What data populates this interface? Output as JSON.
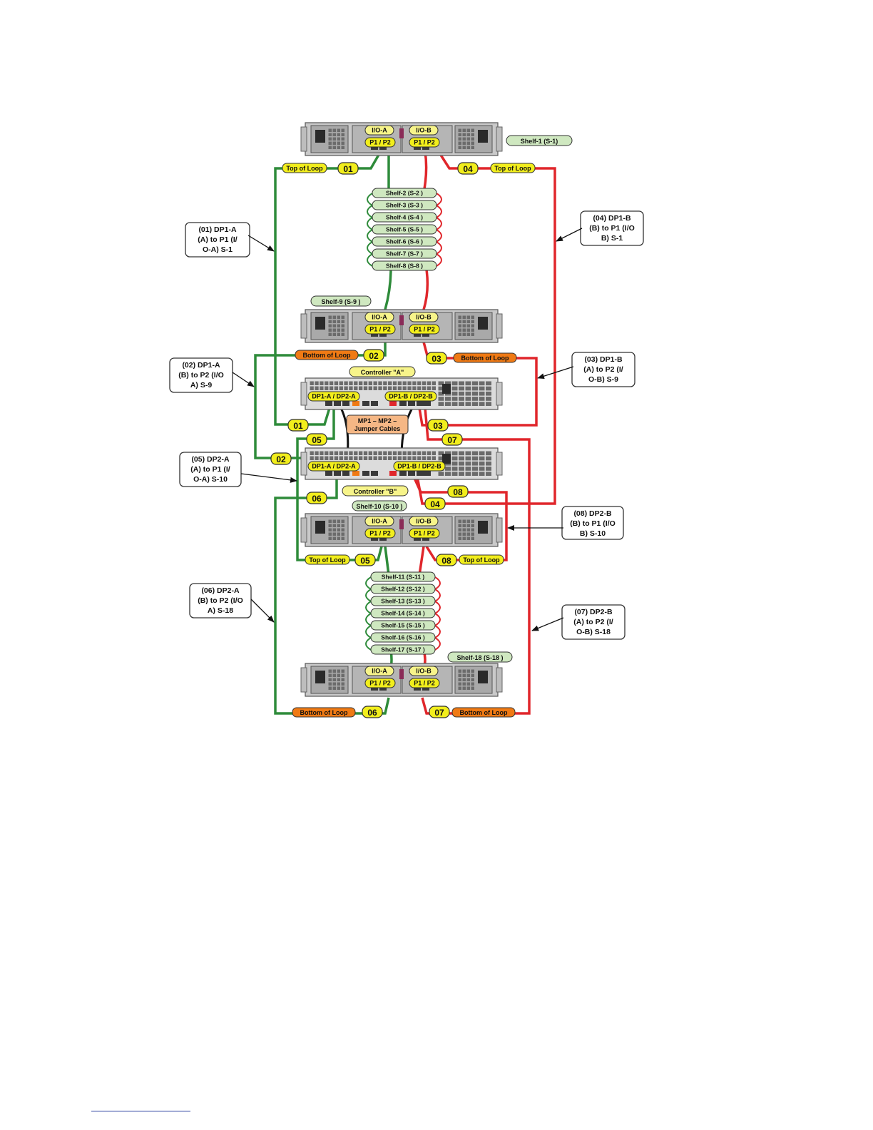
{
  "colors": {
    "green": "#2e8b3a",
    "red": "#e0262b",
    "black": "#111111",
    "yellow": "#f2ee1c",
    "orange": "#f07a14",
    "shelf_green": "#cfe8c0",
    "peach": "#f5b785",
    "chassis": "#c9c9c9",
    "footer_rule": "#2b3fa0"
  },
  "shelves": {
    "top": {
      "io_a": "I/O-A",
      "io_b": "I/O-B",
      "port_a": "P1 / P2",
      "port_b": "P1 / P2",
      "tag": "Shelf-1 (S-1)"
    },
    "mid": {
      "io_a": "I/O-A",
      "io_b": "I/O-B",
      "port_a": "P1 / P2",
      "port_b": "P1 / P2",
      "tag": "Shelf-9 (S-9 )"
    },
    "lower": {
      "io_a": "I/O-A",
      "io_b": "I/O-B",
      "port_a": "P1 / P2",
      "port_b": "P1 / P2",
      "tag": "Shelf-10 (S-10 )"
    },
    "bottom": {
      "io_a": "I/O-A",
      "io_b": "I/O-B",
      "port_a": "P1 / P2",
      "port_b": "P1 / P2",
      "tag": "Shelf-18 (S-18 )"
    }
  },
  "stack_upper": [
    "Shelf-2 (S-2 )",
    "Shelf-3 (S-3 )",
    "Shelf-4 (S-4 )",
    "Shelf-5 (S-5 )",
    "Shelf-6 (S-6 )",
    "Shelf-7 (S-7 )",
    "Shelf-8 (S-8 )"
  ],
  "stack_lower": [
    "Shelf-11 (S-11 )",
    "Shelf-12 (S-12 )",
    "Shelf-13 (S-13 )",
    "Shelf-14 (S-14 )",
    "Shelf-15 (S-15 )",
    "Shelf-16 (S-16 )",
    "Shelf-17 (S-17 )"
  ],
  "controllers": {
    "a": {
      "label": "Controller \"A\"",
      "port_left": "DP1-A / DP2-A",
      "port_right": "DP1-B / DP2-B"
    },
    "b": {
      "label": "Controller \"B\"",
      "port_left": "DP1-A / DP2-A",
      "port_right": "DP1-B / DP2-B"
    }
  },
  "jumper": {
    "line1": "MP1 – MP2 –",
    "line2": "Jumper Cables"
  },
  "loop_tags": {
    "top_loop_1": "Top of Loop",
    "top_loop_4": "Top of Loop",
    "bottom_loop_2": "Bottom of Loop",
    "bottom_loop_3": "Bottom of Loop",
    "top_loop_5": "Top of Loop",
    "top_loop_8": "Top of Loop",
    "bottom_loop_6": "Bottom of Loop",
    "bottom_loop_7": "Bottom of Loop"
  },
  "numbers": {
    "n01_top": "01",
    "n04_top": "04",
    "n02_mid": "02",
    "n03_mid": "03",
    "n01_ctrl": "01",
    "n03_ctrl": "03",
    "n05_ctrl": "05",
    "n07_ctrl": "07",
    "n02_ctrl": "02",
    "n06_ctrl": "06",
    "n08_ctrl": "08",
    "n04_ctrl": "04",
    "n05_low": "05",
    "n08_low": "08",
    "n06_bot": "06",
    "n07_bot": "07"
  },
  "callouts": {
    "c01": [
      "(01) DP1-A",
      "(A) to P1 (I/",
      "O-A) S-1"
    ],
    "c04": [
      "(04) DP1-B",
      "(B) to P1 (I/O",
      "B) S-1"
    ],
    "c02": [
      "(02) DP1-A",
      "(B) to P2 (I/O",
      "A) S-9"
    ],
    "c03": [
      "(03) DP1-B",
      "(A) to P2 (I/",
      "O-B) S-9"
    ],
    "c05": [
      "(05) DP2-A",
      "(A) to P1 (I/",
      "O-A) S-10"
    ],
    "c08": [
      "(08) DP2-B",
      "(B) to P1 (I/O",
      "B) S-10"
    ],
    "c06": [
      "(06) DP2-A",
      "(B) to P2 (I/O",
      "A) S-18"
    ],
    "c07": [
      "(07) DP2-B",
      "(A) to P2 (I/",
      "O-B) S-18"
    ]
  }
}
